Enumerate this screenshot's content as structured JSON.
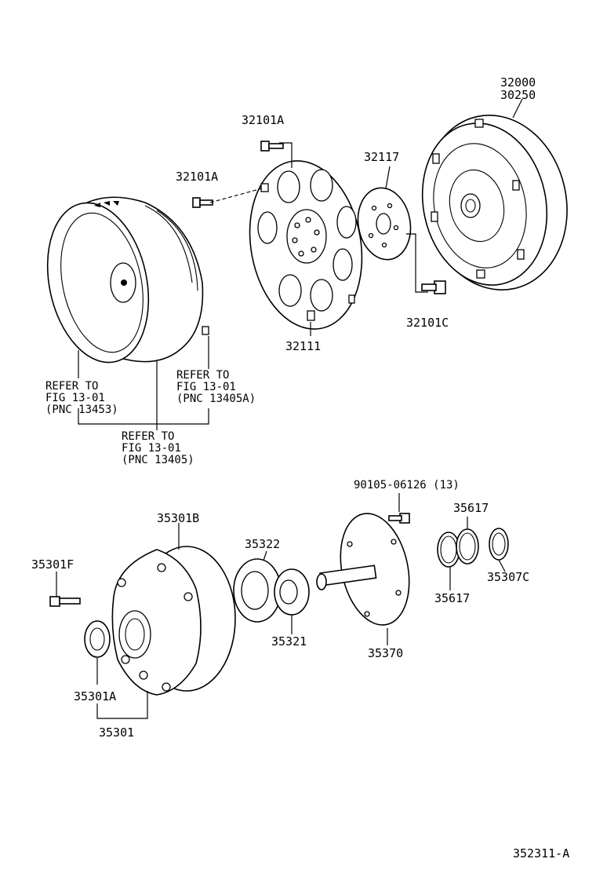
{
  "labels": {
    "p32000": "32000",
    "p30250": "30250",
    "p32101A_top": "32101A",
    "p32101A_left": "32101A",
    "p32117": "32117",
    "p32111": "32111",
    "p32101C": "32101C",
    "ref1": [
      "REFER TO",
      "FIG 13-01",
      "(PNC 13453)"
    ],
    "ref2": [
      "REFER TO",
      "FIG 13-01",
      "(PNC 13405A)"
    ],
    "ref3": [
      "REFER TO",
      "FIG 13-01",
      "(PNC 13405)"
    ],
    "p90105": "90105-06126 (13)",
    "p35617_top": "35617",
    "p35617_bottom": "35617",
    "p35307C": "35307C",
    "p35301B": "35301B",
    "p35322": "35322",
    "p35301F": "35301F",
    "p35321": "35321",
    "p35370": "35370",
    "p35301A": "35301A",
    "p35301": "35301",
    "figure_id": "352311-A"
  }
}
